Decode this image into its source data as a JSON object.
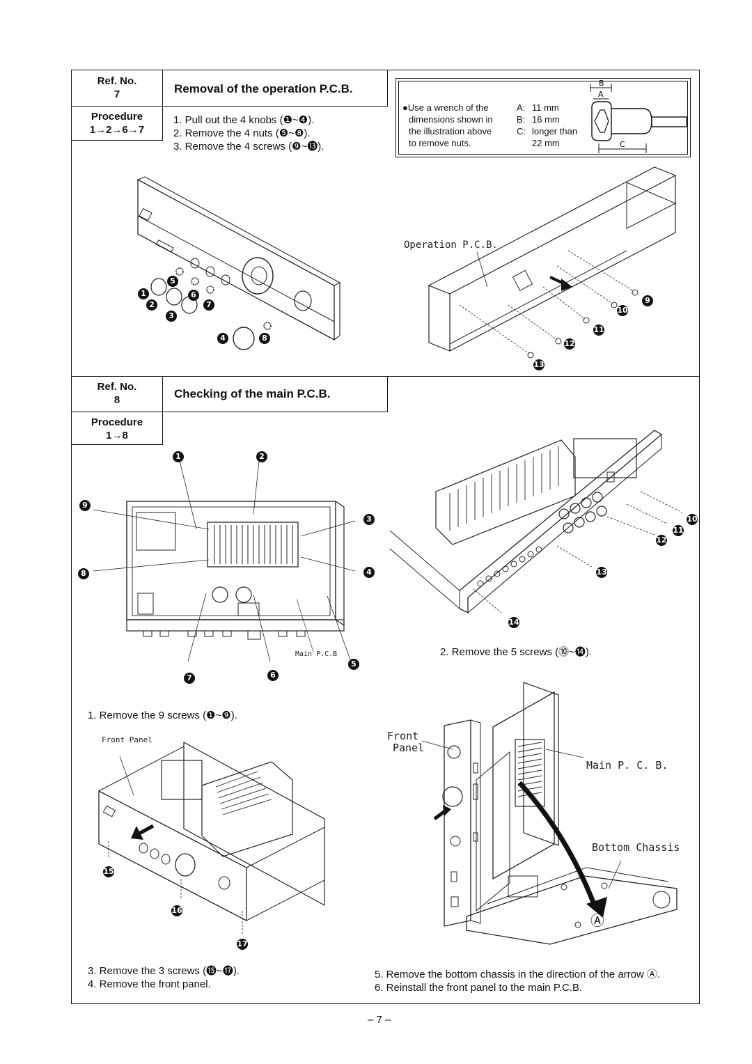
{
  "section7": {
    "ref_label": "Ref. No.",
    "ref_value": "7",
    "title": "Removal of the operation P.C.B.",
    "procedure_label": "Procedure",
    "procedure_value": "1→2→6→7",
    "steps": [
      "1.  Pull out the 4 knobs (❶~❹).",
      "2.  Remove the 4 nuts (❺~❽).",
      "3.  Remove the 4 screws (❾~⓭)."
    ],
    "note_lines": [
      "●Use a wrench of the",
      "dimensions shown in",
      "the illustration above",
      "to remove nuts."
    ],
    "dims": [
      {
        "key": "A:",
        "value": "11 mm"
      },
      {
        "key": "B:",
        "value": "16 mm"
      },
      {
        "key": "C:",
        "value": "longer than"
      },
      {
        "key": "",
        "value": "22 mm"
      }
    ],
    "wrench_labels": {
      "a": "A",
      "b": "B",
      "c": "C"
    },
    "figure_label": "Operation  P.C.B.",
    "callouts_left": [
      "1",
      "2",
      "3",
      "4",
      "5",
      "6",
      "7",
      "8"
    ],
    "callouts_right": [
      "9",
      "10",
      "11",
      "12",
      "13"
    ]
  },
  "section8": {
    "ref_label": "Ref. No.",
    "ref_value": "8",
    "title": "Checking of the main P.C.B.",
    "procedure_label": "Procedure",
    "procedure_value": "1→8",
    "main_pcb_small_label": "Main P.C.B",
    "callouts_top": [
      "1",
      "2",
      "3",
      "4",
      "5",
      "6",
      "7",
      "8",
      "9"
    ],
    "callouts_side": [
      "10",
      "11",
      "12",
      "13",
      "14"
    ],
    "callouts_front": [
      "15",
      "16",
      "17"
    ],
    "step1": "1.  Remove the 9 screws (❶~❾).",
    "step2": "2.  Remove the 5 screws (⓾~⓮).",
    "step3": "3.  Remove the 3 screws (⓯~⓱).",
    "step4": "4.  Remove the front panel.",
    "step5": "5.  Remove the bottom chassis in the direction of the arrow Ⓐ.",
    "step6": "6.  Reinstall the front panel to the main P.C.B.",
    "front_panel_small": "Front  Panel",
    "front_label": "Front",
    "panel_label": "Panel",
    "main_pcb_label": "Main P. C. B.",
    "bottom_chassis_label": "Bottom  Chassis",
    "arrow_mark": "Ⓐ"
  },
  "page_number": "– 7 –"
}
